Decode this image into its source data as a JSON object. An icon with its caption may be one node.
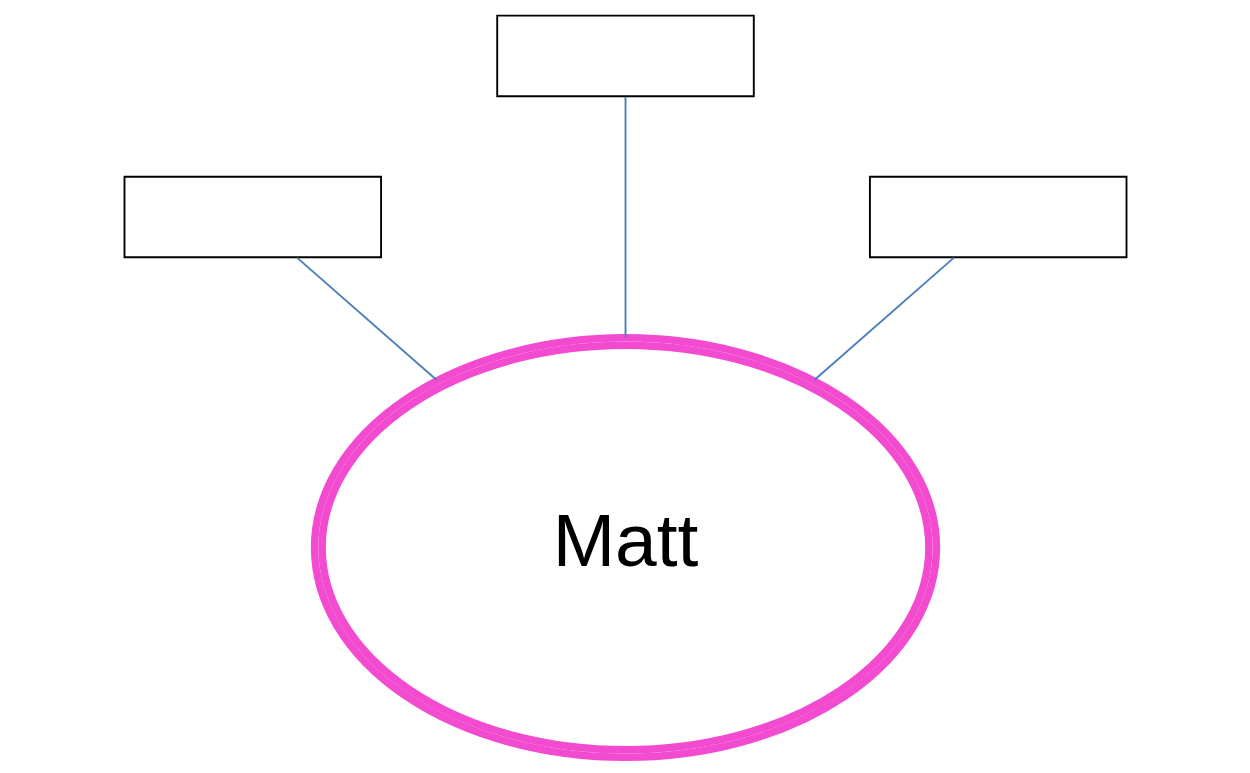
{
  "diagram": {
    "nodes": [
      {
        "text": [],
        "shape": "box"
      },
      {
        "text": [],
        "shape": "box"
      },
      {
        "text": [],
        "shape": "box"
      },
      {
        "text": [
          "Matt"
        ]
      }
    ],
    "edges": [
      {
        "from": 0,
        "to": 3,
        "arrow": "none"
      },
      {
        "from": 1,
        "to": 3,
        "arrow": "none"
      },
      {
        "from": 2,
        "to": 3,
        "arrow": "none"
      }
    ]
  }
}
